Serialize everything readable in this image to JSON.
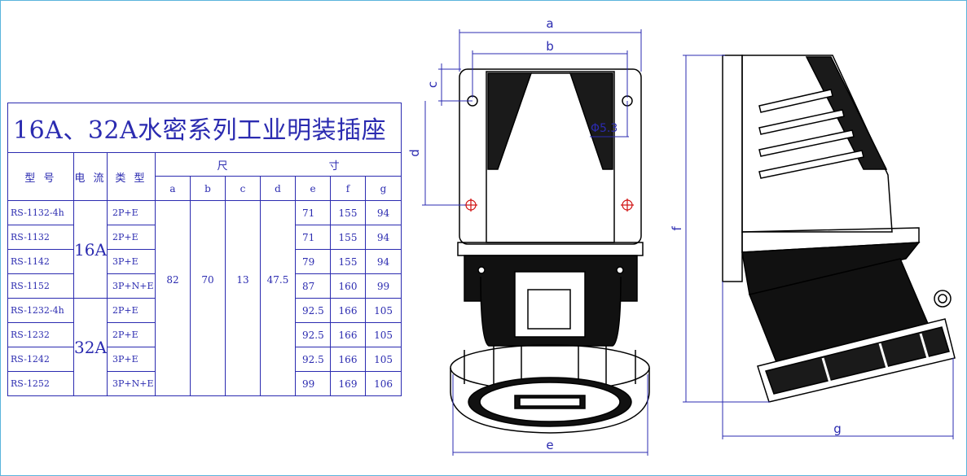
{
  "title": "16A、32A水密系列工业明装插座",
  "headers": {
    "model": "型 号",
    "current": "电 流",
    "type": "类 型",
    "size": "尺 寸",
    "dims": [
      "a",
      "b",
      "c",
      "d",
      "e",
      "f",
      "g"
    ]
  },
  "currents": [
    "16A",
    "32A"
  ],
  "shared_dims": {
    "a": "82",
    "b": "70",
    "c": "13",
    "d": "47.5"
  },
  "rows": [
    {
      "model": "RS-1132-4h",
      "type": "2P+E",
      "e": "71",
      "f": "155",
      "g": "94"
    },
    {
      "model": "RS-1132",
      "type": "2P+E",
      "e": "71",
      "f": "155",
      "g": "94"
    },
    {
      "model": "RS-1142",
      "type": "3P+E",
      "e": "79",
      "f": "155",
      "g": "94"
    },
    {
      "model": "RS-1152",
      "type": "3P+N+E",
      "e": "87",
      "f": "160",
      "g": "99"
    },
    {
      "model": "RS-1232-4h",
      "type": "2P+E",
      "e": "92.5",
      "f": "166",
      "g": "105"
    },
    {
      "model": "RS-1232",
      "type": "2P+E",
      "e": "92.5",
      "f": "166",
      "g": "105"
    },
    {
      "model": "RS-1242",
      "type": "3P+E",
      "e": "92.5",
      "f": "166",
      "g": "105"
    },
    {
      "model": "RS-1252",
      "type": "3P+N+E",
      "e": "99",
      "f": "169",
      "g": "106"
    }
  ],
  "drawing": {
    "front_labels": {
      "a": "a",
      "b": "b",
      "c": "c",
      "d": "d",
      "e": "e",
      "hole": "Φ5.3"
    },
    "side_labels": {
      "f": "f",
      "g": "g"
    }
  },
  "colors": {
    "table_line": "#2b2bb0",
    "dimension_line": "#2b2bb0",
    "outline": "#000000",
    "hole_mark": "#d01010",
    "frame": "#5ab4dc"
  }
}
